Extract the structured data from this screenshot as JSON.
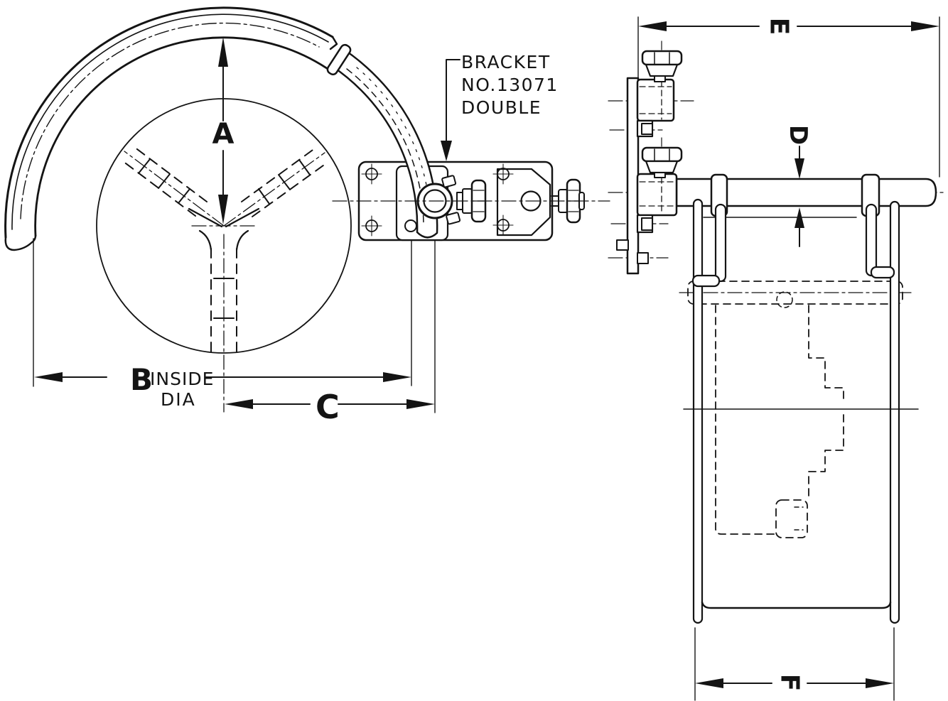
{
  "drawing": {
    "callout": {
      "lines": [
        "BRACKET",
        "NO.13071",
        "DOUBLE"
      ]
    },
    "dimensions": {
      "a": {
        "label": "A"
      },
      "b": {
        "label": "B",
        "note_line1": "INSIDE",
        "note_line2": "DIA"
      },
      "c": {
        "label": "C"
      },
      "d": {
        "label": "D"
      },
      "e": {
        "label": "E"
      },
      "f": {
        "label": "F"
      }
    },
    "colors": {
      "ink": "#141414",
      "paper": "#ffffff"
    }
  }
}
